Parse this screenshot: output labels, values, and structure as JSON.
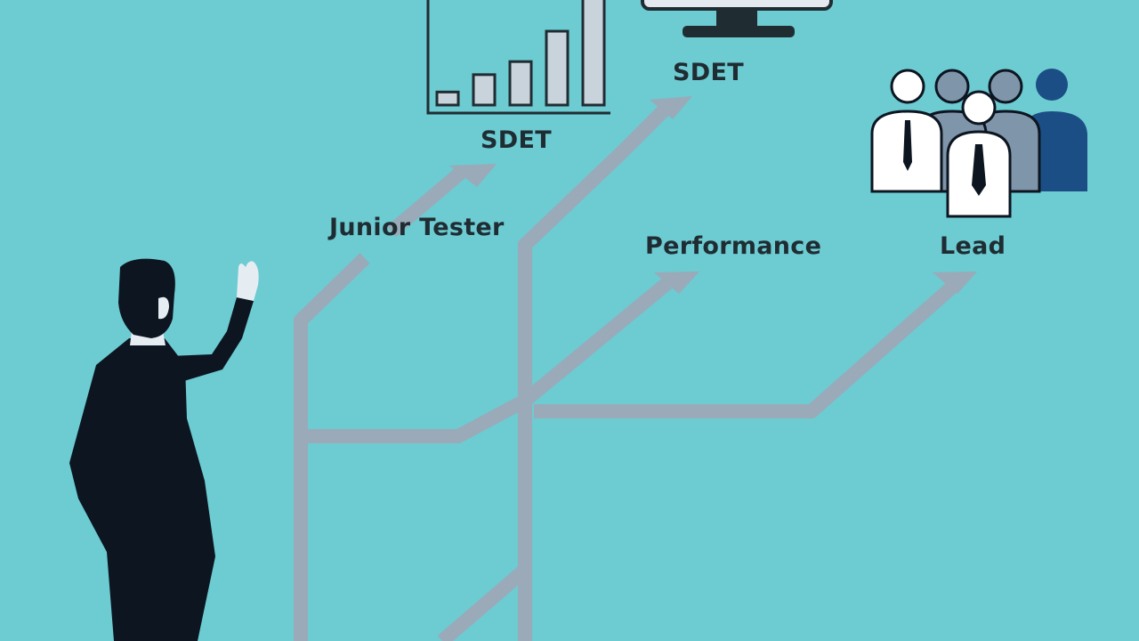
{
  "colors": {
    "background": "#6dcbd2",
    "path": "#9aaab8",
    "label": "#1f2d33",
    "person": "#0c1520",
    "skin": "#e6edf2",
    "group_navy": "#1b4e85",
    "group_gray": "#7f95aa",
    "group_white": "#ffffff",
    "chart_bar": "#c9d3dc",
    "chart_outline": "#1f2d33"
  },
  "icons": {
    "person": "businessman-raising-hand",
    "chart": "rising-bar-chart",
    "monitor": "computer-monitor",
    "team": "team-group"
  },
  "labels": {
    "junior": "Junior Tester",
    "sdet_chart": "SDET",
    "sdet_monitor": "SDET",
    "performance": "Performance",
    "lead": "Lead"
  },
  "bar_chart_levels": [
    0.12,
    0.28,
    0.4,
    0.68,
    1.0
  ]
}
